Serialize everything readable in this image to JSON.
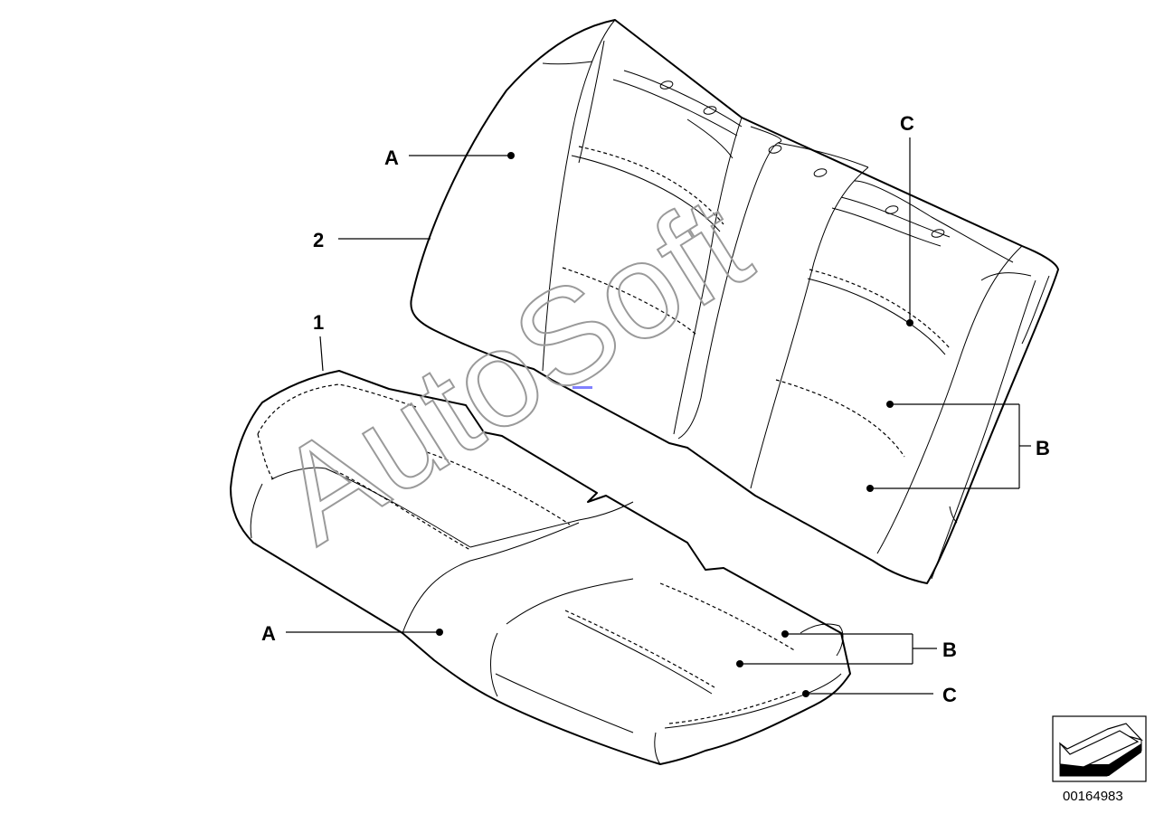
{
  "callouts": {
    "part_1": "1",
    "part_2": "2",
    "a_backrest": "A",
    "a_cushion": "A",
    "c_backrest": "C",
    "b_backrest": "B",
    "b_cushion": "B",
    "c_cushion": "C"
  },
  "watermark": "AutoSoft",
  "diagram_id": "00164983",
  "icon": "direction-arrow-icon",
  "colors": {
    "line": "#000000",
    "background": "#ffffff",
    "watermark": "#9a9a9a",
    "marker": "#8080ff"
  }
}
